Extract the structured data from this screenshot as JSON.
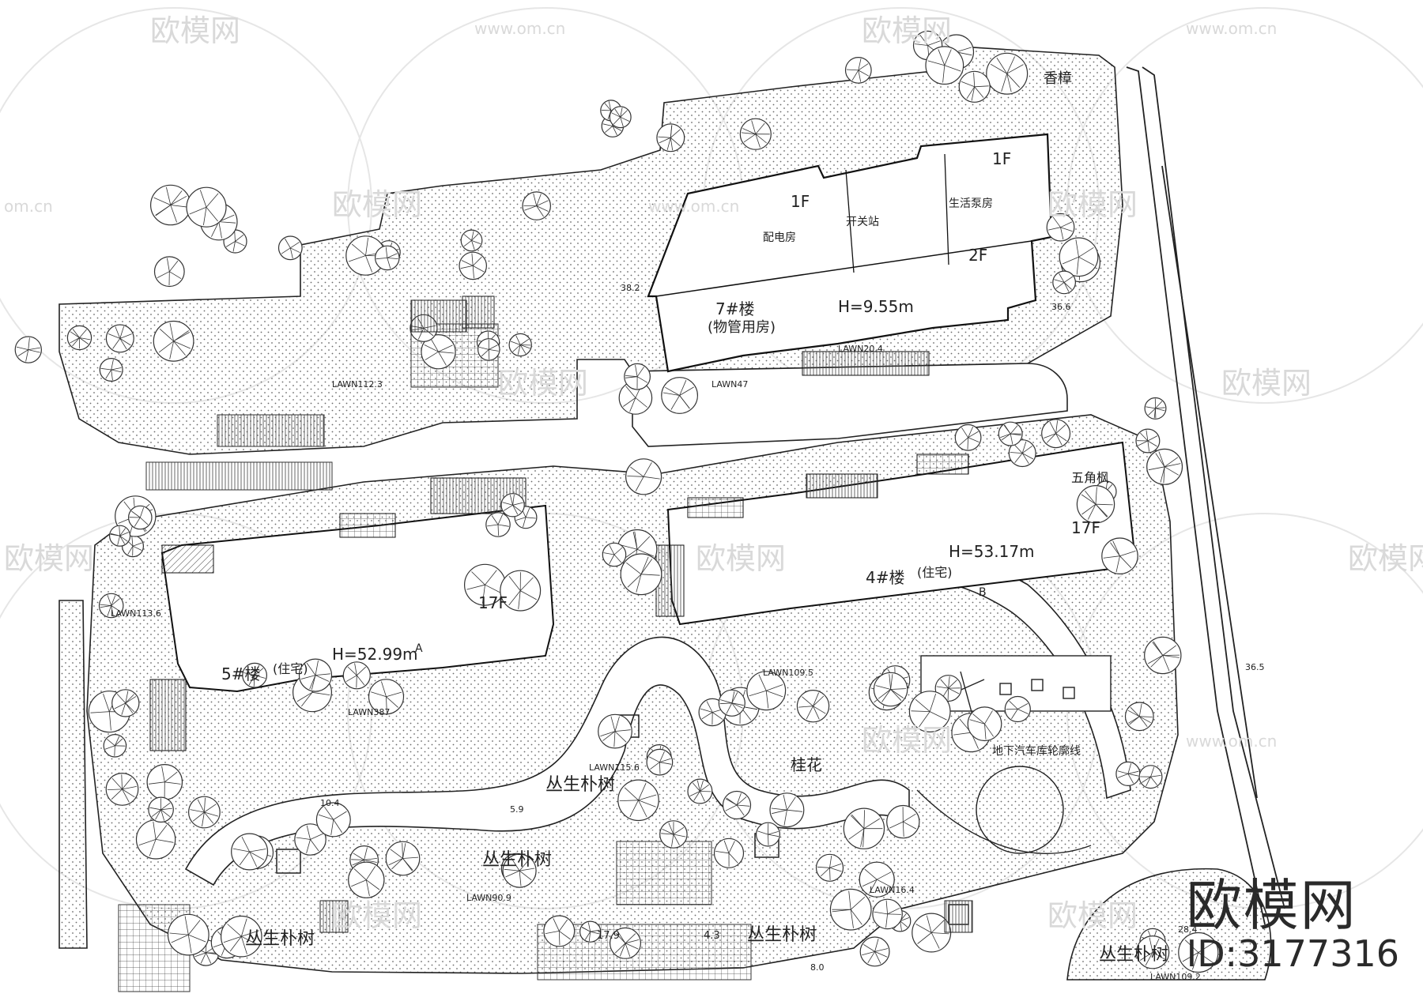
{
  "watermark": {
    "brand": "欧模网",
    "url": "www.om.cn",
    "url_short": "om.cn",
    "id_label": "ID:3177316"
  },
  "buildings": {
    "b7": {
      "floors_1f_a": "1F",
      "floors_1f_b": "1F",
      "floors_2f": "2F",
      "room_power": "配电房",
      "room_switch": "开关站",
      "room_pump": "生活泵房",
      "name": "7#楼",
      "use": "(物管用房)",
      "height": "H=9.55m"
    },
    "b5": {
      "name": "5#楼",
      "use": "(住宅)",
      "floors": "17F",
      "height": "H=52.99m",
      "unit": "A"
    },
    "b4": {
      "name": "4#楼",
      "use": "(住宅)",
      "floors": "17F",
      "height": "H=53.17m",
      "unit": "B"
    }
  },
  "plants": {
    "cong_sheng": "丛生朴树",
    "wu_jiao_feng": "五角枫",
    "gui_hua": "桂花",
    "xiang_zhang": "香樟"
  },
  "levels": {
    "lawn_1": "LAWN112.3",
    "lawn_2": "LAWN20.4",
    "lawn_3": "LAWN47",
    "lawn_4": "LAWN113.6",
    "lawn_5": "LAWN387",
    "lawn_6": "LAWN115.6",
    "lawn_7": "LAWN109.5",
    "lawn_8": "LAWN90.9",
    "lawn_9": "LAWN16.4",
    "lawn_10": "LAWN109.2",
    "elev_1": "38.2",
    "elev_2": "36.6",
    "elev_3": "10.4",
    "elev_4": "5.9",
    "elev_5": "17.9",
    "elev_6": "4.3",
    "elev_7": "36.5",
    "elev_8": "8.0",
    "elev_9": "28.4"
  },
  "notes": {
    "garage": "地下汽车库轮廓线"
  },
  "colors": {
    "line": "#222222",
    "tree": "#333333",
    "dot": "#6a6a6a",
    "watermark": "#d9d9d9"
  }
}
